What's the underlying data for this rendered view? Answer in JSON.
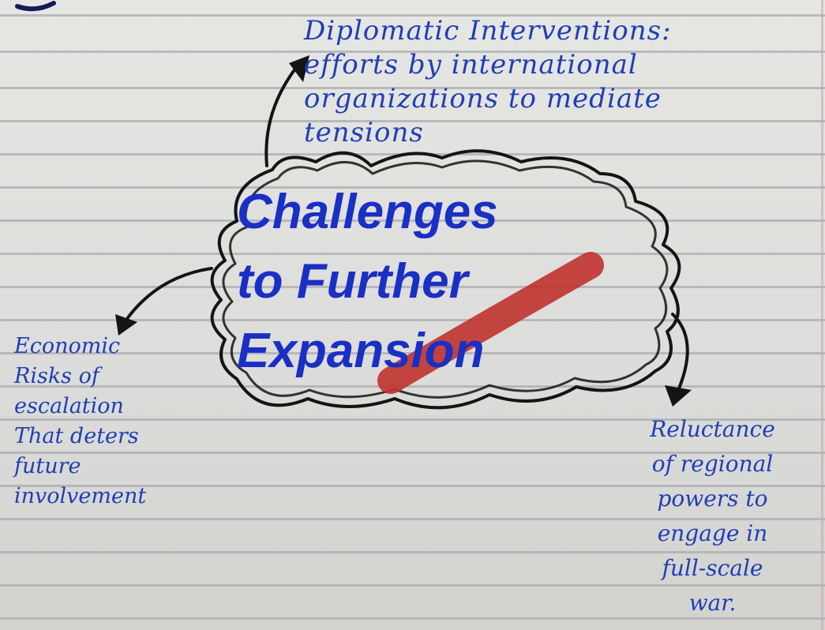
{
  "center": {
    "title": "Challenges\nto Further\nExpansion"
  },
  "branches": {
    "top": "Diplomatic Interventions:\nefforts by international\norganizations to mediate\ntensions",
    "left": "Economic\nRisks of\nescalation\nThat deters\nfuture\ninvolvement",
    "right": "Reluctance\nof regional\npowers to\nengage in\nfull-scale\nwar."
  },
  "colors": {
    "ink_blue": "#1f3fb4",
    "ink_black": "#141414",
    "highlighter_red": "#c0322d",
    "paper": "#e2e2df",
    "rule_line": "#a9abb0"
  }
}
